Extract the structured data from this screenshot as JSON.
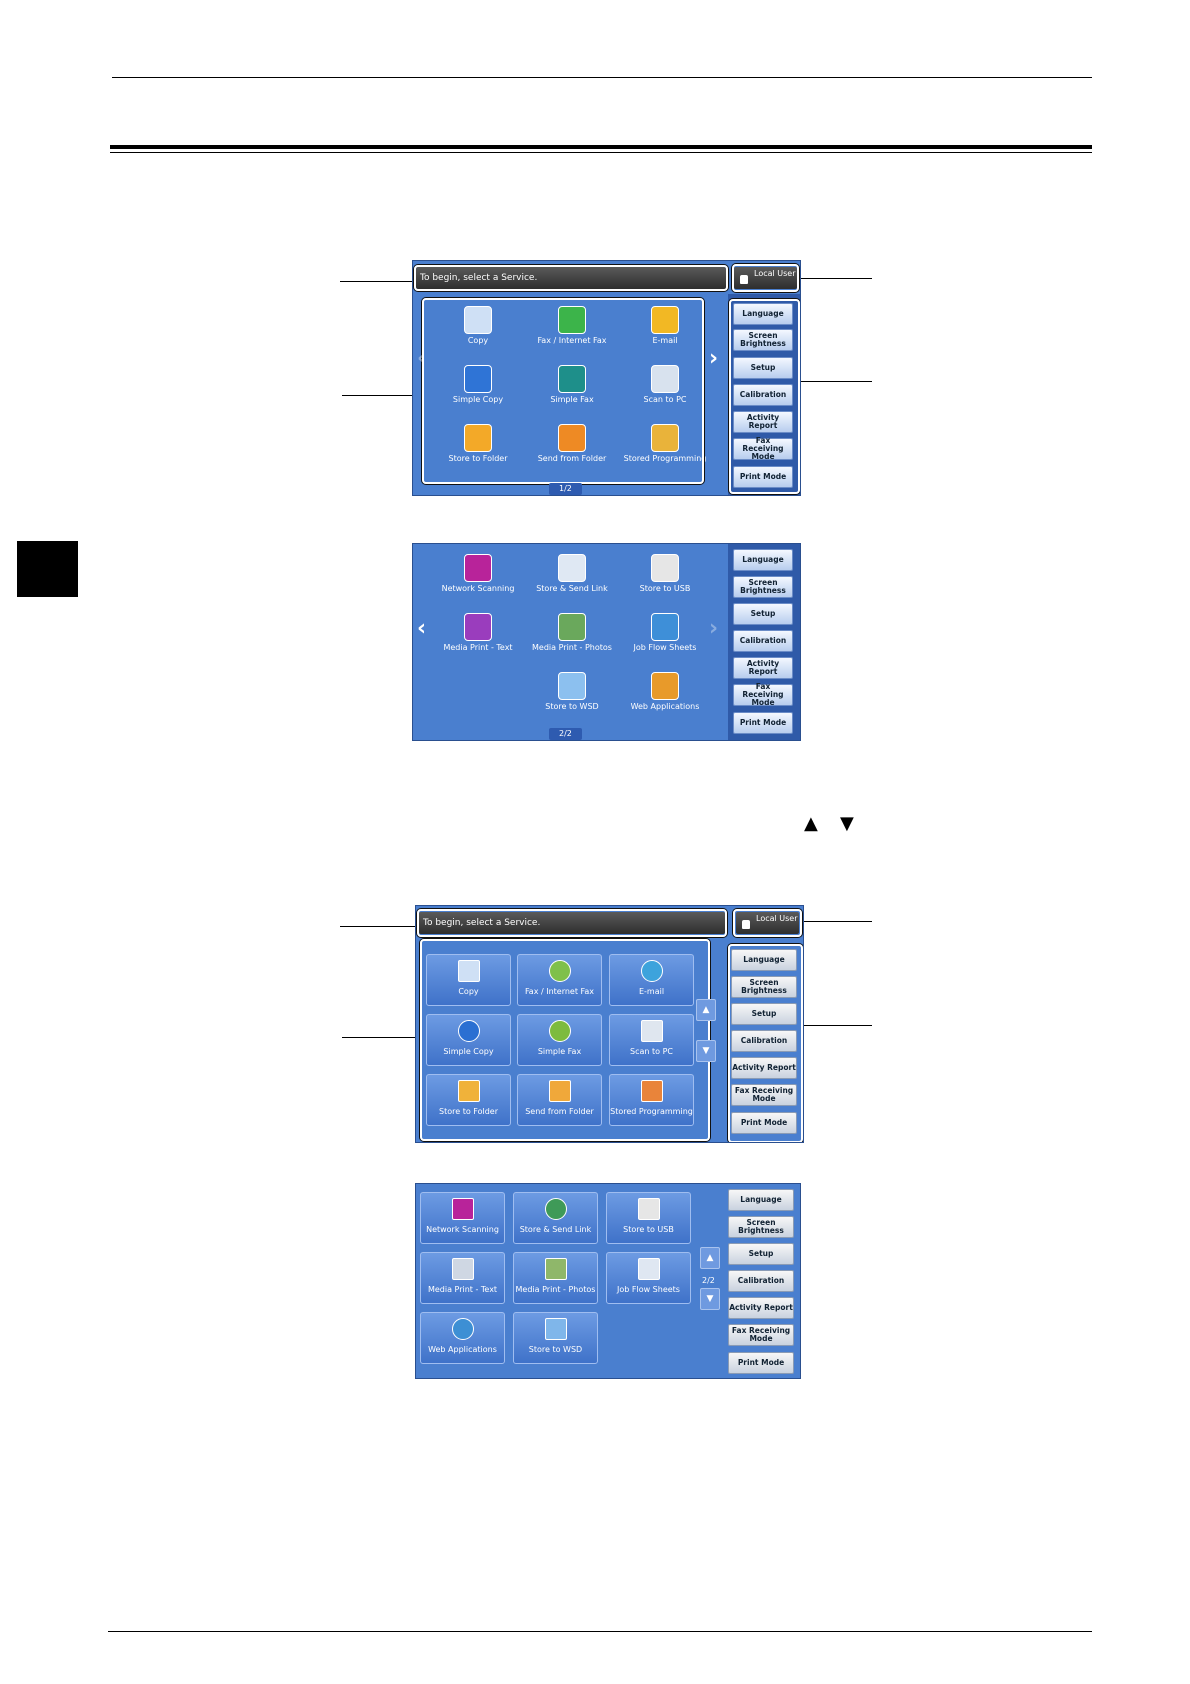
{
  "colors": {
    "screen_bg": "#4a7fcf",
    "side_bg": "#2f5aa8",
    "bar_bg": "#3a3a3a"
  },
  "screens": {
    "a": {
      "message": "To begin, select a Service.",
      "user": "Local User",
      "page": "1/2",
      "services": [
        "Copy",
        "Fax / Internet Fax",
        "E-mail",
        "Simple Copy",
        "Simple Fax",
        "Scan to PC",
        "Store to Folder",
        "Send from Folder",
        "Stored Programming"
      ]
    },
    "b": {
      "page": "2/2",
      "services": [
        "Network Scanning",
        "Store & Send Link",
        "Store to USB",
        "Media Print - Text",
        "Media Print - Photos",
        "Job Flow Sheets",
        "Store to WSD",
        "Web Applications"
      ]
    },
    "c": {
      "message": "To begin, select a Service.",
      "user": "Local User",
      "services": [
        "Copy",
        "Fax / Internet Fax",
        "E-mail",
        "Simple Copy",
        "Simple Fax",
        "Scan to PC",
        "Store to Folder",
        "Send from Folder",
        "Stored Programming"
      ]
    },
    "d": {
      "page": "2/2",
      "services": [
        "Network Scanning",
        "Store & Send Link",
        "Store to USB",
        "Media Print - Text",
        "Media Print - Photos",
        "Job Flow Sheets",
        "Web Applications",
        "Store to WSD"
      ]
    }
  },
  "side_buttons": [
    "Language",
    "Screen Brightness",
    "Setup",
    "Calibration",
    "Activity Report",
    "Fax Receiving Mode",
    "Print Mode"
  ],
  "icon_names": [
    "copy-icon",
    "fax-icon",
    "email-icon",
    "simple-copy-icon",
    "simple-fax-icon",
    "scan-to-pc-icon",
    "store-folder-icon",
    "send-folder-icon",
    "stored-programming-icon"
  ]
}
